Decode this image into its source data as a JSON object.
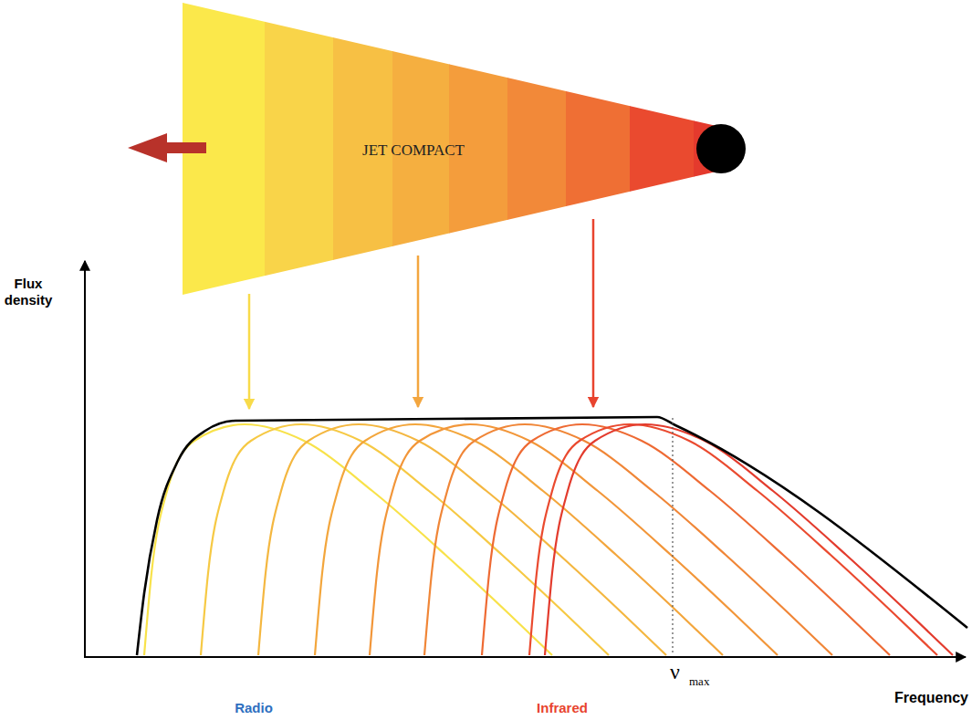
{
  "diagram": {
    "nodes": [
      {
        "text": [
          "JET COMPACT"
        ]
      }
    ],
    "labels": [
      "Flux density",
      "Frequency",
      "Radio",
      "Infrared",
      "ν",
      "max"
    ]
  }
}
